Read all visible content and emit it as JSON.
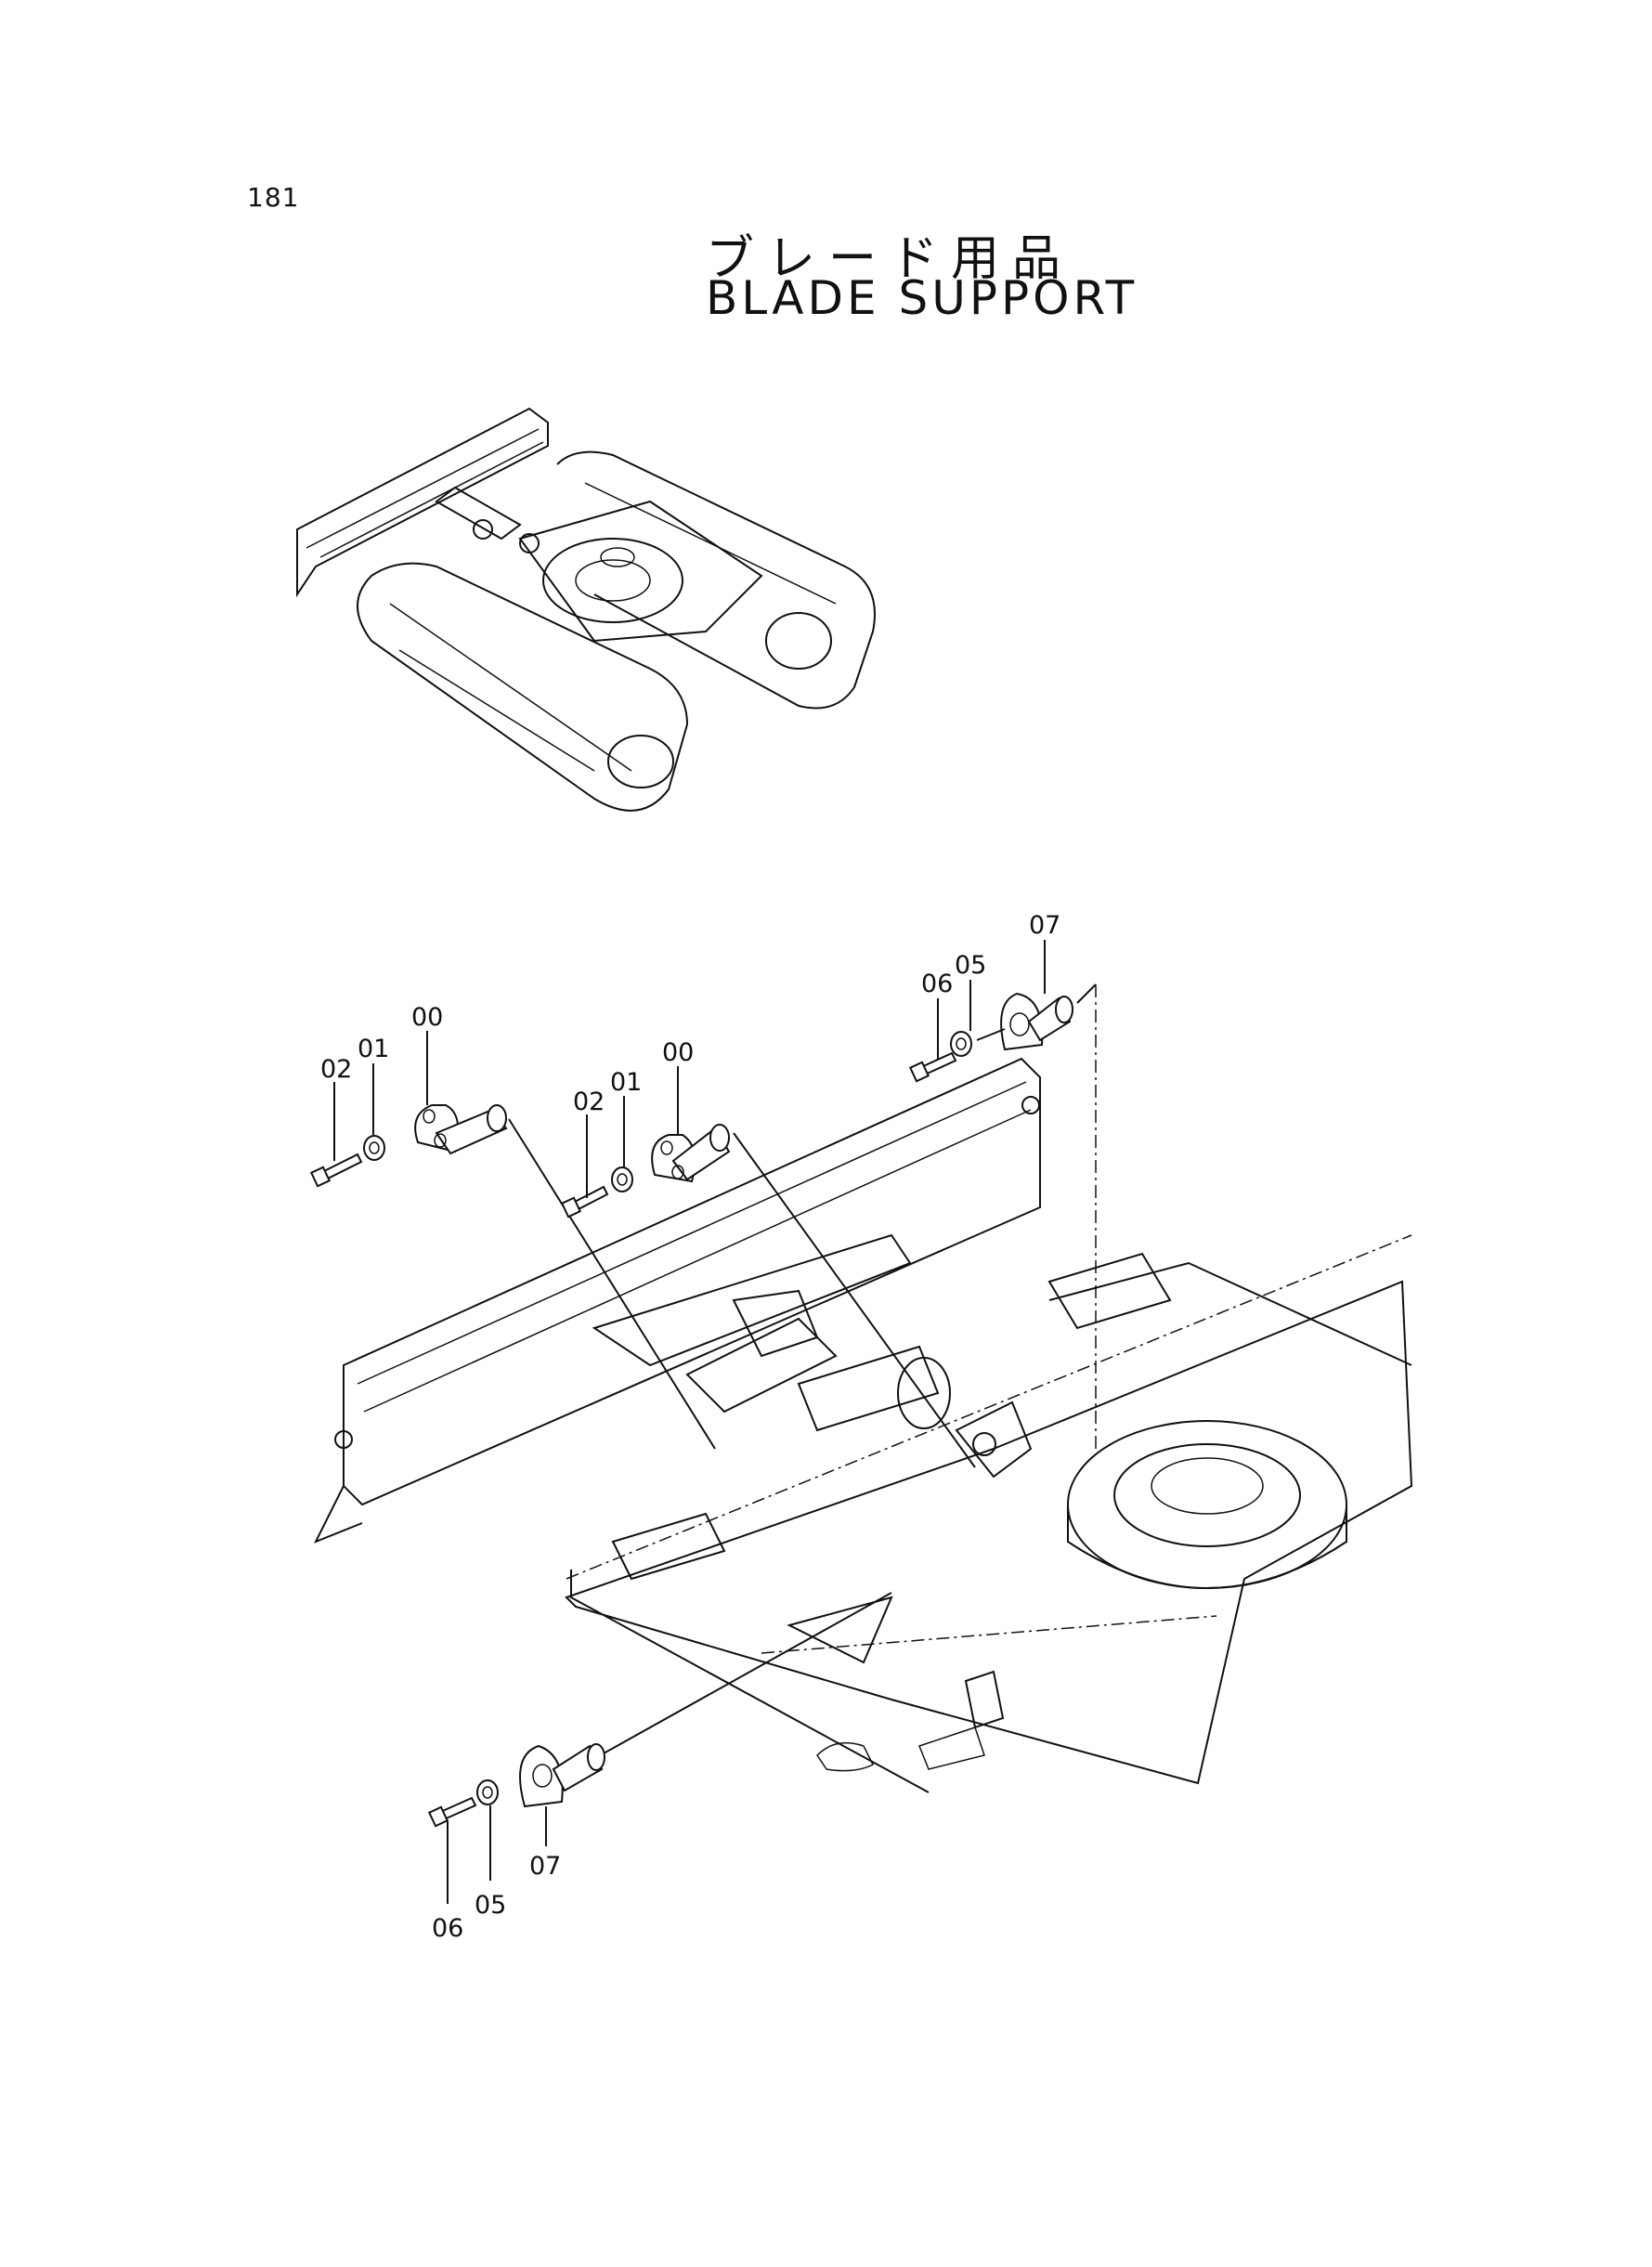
{
  "page_number": "181",
  "title_jp": "ブレード用品",
  "title_en": "BLADE SUPPORT",
  "callouts": {
    "left_group": [
      "02",
      "01",
      "00"
    ],
    "middle_group": [
      "02",
      "01",
      "00"
    ],
    "top_right_group": [
      "06",
      "05",
      "07"
    ],
    "bottom_group": [
      "06",
      "05",
      "07"
    ]
  }
}
